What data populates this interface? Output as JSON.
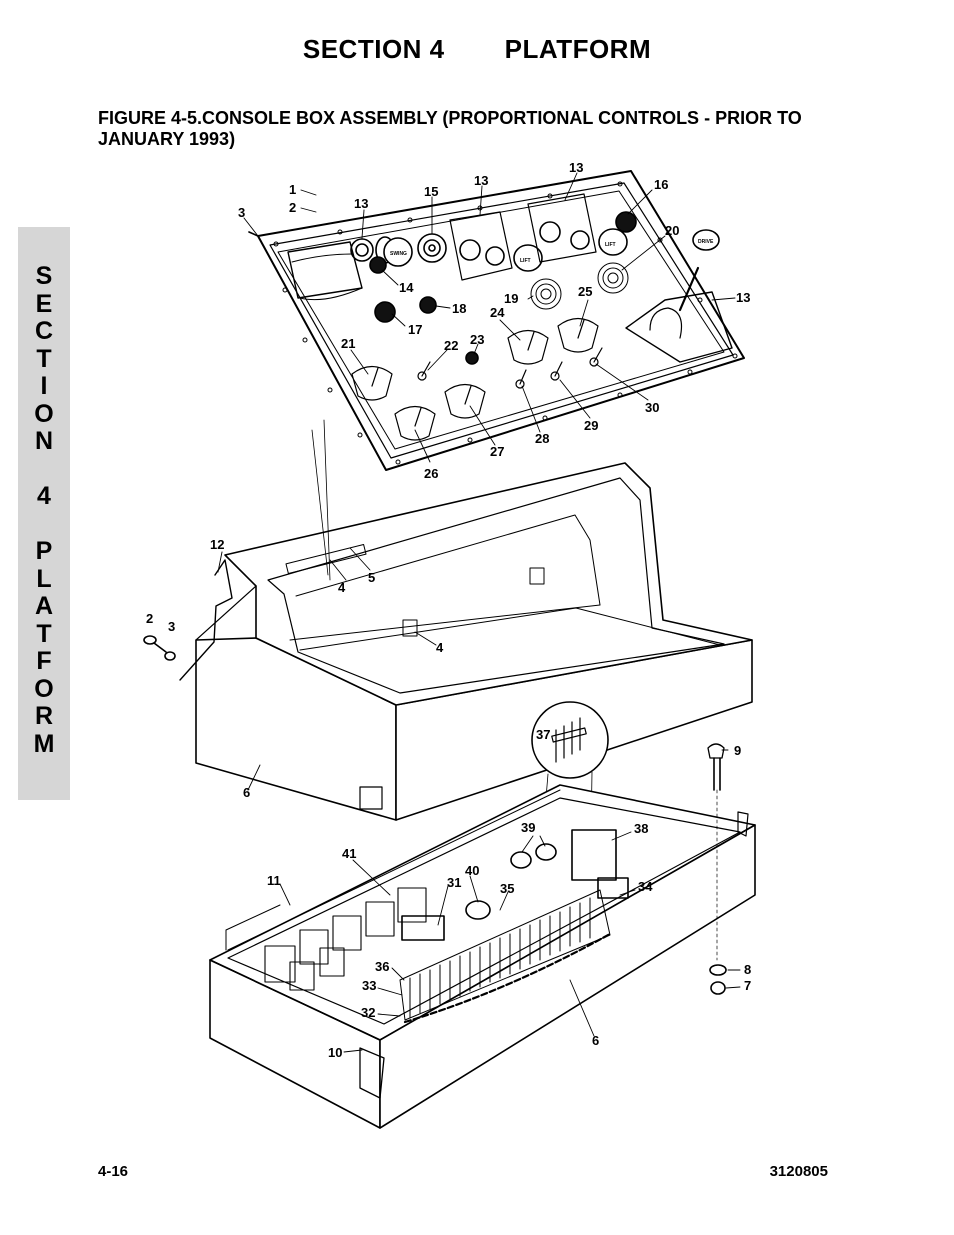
{
  "header": {
    "section": "SECTION 4",
    "title": "PLATFORM"
  },
  "figure": {
    "title": "FIGURE 4-5.CONSOLE BOX ASSEMBLY (PROPORTIONAL CONTROLS - PRIOR TO JANUARY 1993)"
  },
  "side_tab": {
    "letters": [
      "S",
      "E",
      "C",
      "T",
      "I",
      "O",
      "N",
      "",
      "4",
      "",
      "P",
      "L",
      "A",
      "T",
      "F",
      "O",
      "R",
      "M"
    ]
  },
  "panel_labels": {
    "swing": "SWING",
    "lift1": "LIFT",
    "lift2": "LIFT",
    "knob": "DRIVE"
  },
  "callouts": [
    "1",
    "2",
    "3",
    "13",
    "15",
    "13",
    "13",
    "16",
    "20",
    "13",
    "14",
    "17",
    "18",
    "19",
    "25",
    "24",
    "23",
    "22",
    "21",
    "30",
    "29",
    "28",
    "27",
    "26",
    "12",
    "4",
    "5",
    "4",
    "2",
    "3",
    "6",
    "9",
    "37",
    "39",
    "38",
    "41",
    "40",
    "11",
    "31",
    "35",
    "34",
    "36",
    "33",
    "32",
    "8",
    "7",
    "10",
    "6"
  ],
  "footer": {
    "page": "4-16",
    "doc_number": "3120805"
  }
}
